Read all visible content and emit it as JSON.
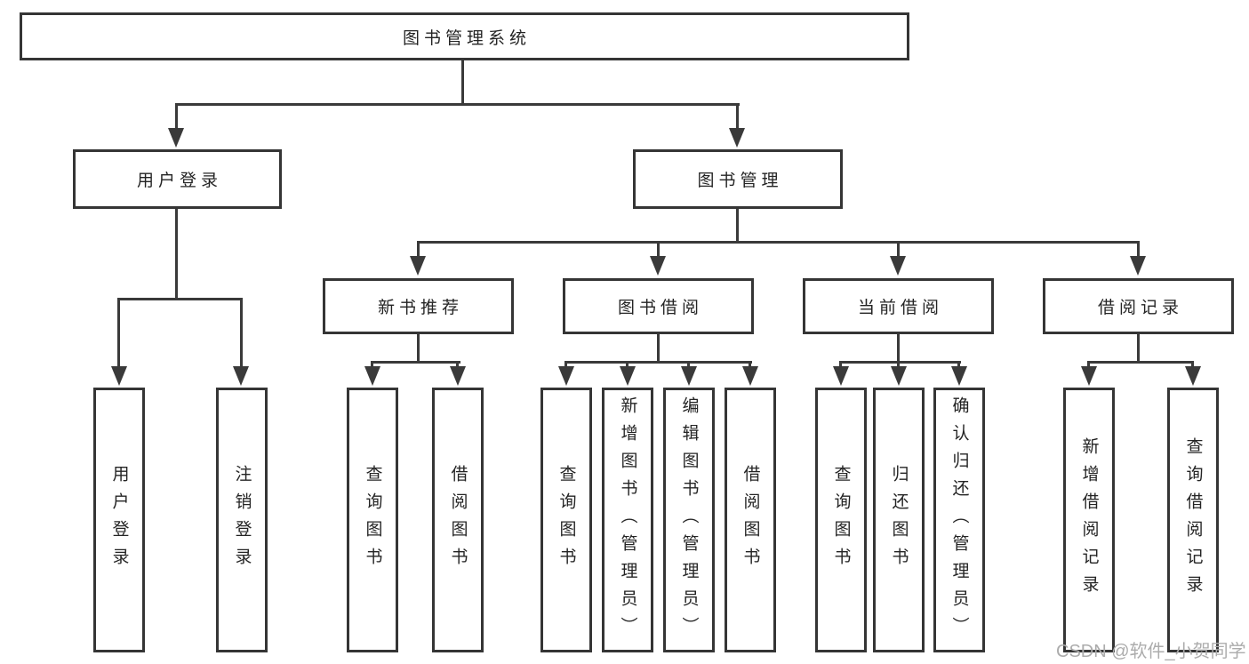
{
  "diagram": {
    "root": {
      "label": "图书管理系统"
    },
    "branches": [
      {
        "label": "用户登录",
        "children": [
          {
            "label": "用户登录"
          },
          {
            "label": "注销登录"
          }
        ]
      },
      {
        "label": "图书管理",
        "children": [
          {
            "label": "新书推荐",
            "children": [
              {
                "label": "查询图书"
              },
              {
                "label": "借阅图书"
              }
            ]
          },
          {
            "label": "图书借阅",
            "children": [
              {
                "label": "查询图书"
              },
              {
                "label": "新增图书（管理员）"
              },
              {
                "label": "编辑图书（管理员）"
              },
              {
                "label": "借阅图书"
              }
            ]
          },
          {
            "label": "当前借阅",
            "children": [
              {
                "label": "查询图书"
              },
              {
                "label": "归还图书"
              },
              {
                "label": "确认归还（管理员）"
              }
            ]
          },
          {
            "label": "借阅记录",
            "children": [
              {
                "label": "新增借阅记录"
              },
              {
                "label": "查询借阅记录"
              }
            ]
          }
        ]
      }
    ]
  },
  "watermark": "CSDN @软件_小贺同学",
  "colors": {
    "line": "#3a3a3a",
    "box_border": "#353535",
    "text": "#242424",
    "watermark": "#acacac",
    "background": "#ffffff"
  }
}
